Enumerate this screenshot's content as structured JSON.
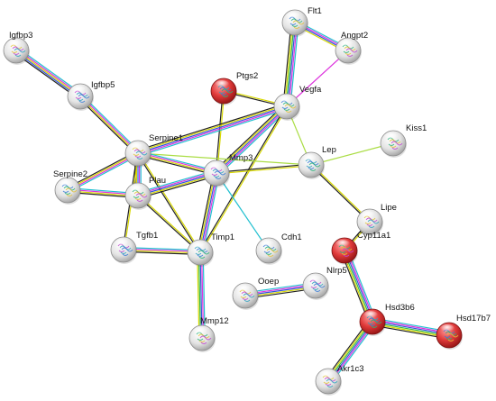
{
  "network": {
    "nodes": [
      {
        "id": "Flt1",
        "label": "Flt1",
        "color": "#e6e6e6",
        "highlight": false
      },
      {
        "id": "Angpt2",
        "label": "Angpt2",
        "color": "#e6e6e6",
        "highlight": false
      },
      {
        "id": "Igfbp3",
        "label": "Igfbp3",
        "color": "#e6e6e6",
        "highlight": false
      },
      {
        "id": "Igfbp5",
        "label": "Igfbp5",
        "color": "#e6e6e6",
        "highlight": false
      },
      {
        "id": "Ptgs2",
        "label": "Ptgs2",
        "color": "#d63a3a",
        "highlight": true
      },
      {
        "id": "Vegfa",
        "label": "Vegfa",
        "color": "#e6e6e6",
        "highlight": false
      },
      {
        "id": "Kiss1",
        "label": "Kiss1",
        "color": "#e6e6e6",
        "highlight": false
      },
      {
        "id": "Serpine1",
        "label": "Serpine1",
        "color": "#e6e6e6",
        "highlight": false
      },
      {
        "id": "Mmp3",
        "label": "Mmp3",
        "color": "#e6e6e6",
        "highlight": false
      },
      {
        "id": "Lep",
        "label": "Lep",
        "color": "#e6e6e6",
        "highlight": false
      },
      {
        "id": "Serpine2",
        "label": "Serpine2",
        "color": "#e6e6e6",
        "highlight": false
      },
      {
        "id": "Plau",
        "label": "Plau",
        "color": "#e6e6e6",
        "highlight": false
      },
      {
        "id": "Lipe",
        "label": "Lipe",
        "color": "#e6e6e6",
        "highlight": false
      },
      {
        "id": "Tgfb1",
        "label": "Tgfb1",
        "color": "#e6e6e6",
        "highlight": false
      },
      {
        "id": "Timp1",
        "label": "Timp1",
        "color": "#e6e6e6",
        "highlight": false
      },
      {
        "id": "Cdh1",
        "label": "Cdh1",
        "color": "#e6e6e6",
        "highlight": false
      },
      {
        "id": "Cyp11a1",
        "label": "Cyp11a1",
        "color": "#d63a3a",
        "highlight": true
      },
      {
        "id": "Ooep",
        "label": "Ooep",
        "color": "#e6e6e6",
        "highlight": false
      },
      {
        "id": "Nlrp5",
        "label": "Nlrp5",
        "color": "#e6e6e6",
        "highlight": false
      },
      {
        "id": "Hsd3b6",
        "label": "Hsd3b6",
        "color": "#d63a3a",
        "highlight": true
      },
      {
        "id": "Hsd17b7",
        "label": "Hsd17b7",
        "color": "#d63a3a",
        "highlight": true
      },
      {
        "id": "Mmp12",
        "label": "Mmp12",
        "color": "#e6e6e6",
        "highlight": false
      },
      {
        "id": "Akr1c3",
        "label": "Akr1c3",
        "color": "#e6e6e6",
        "highlight": false
      }
    ],
    "edge_colors": {
      "yellow": "#d8d800",
      "black": "#222222",
      "magenta": "#dd33dd",
      "cyan": "#22c0d0",
      "blue": "#3355dd",
      "green": "#33bb44",
      "light_green": "#aadd44",
      "purple": "#8855cc"
    },
    "edges": [
      {
        "source": "Igfbp3",
        "target": "Igfbp5",
        "colors": [
          "cyan",
          "magenta",
          "yellow",
          "blue",
          "black"
        ]
      },
      {
        "source": "Igfbp5",
        "target": "Serpine1",
        "colors": [
          "cyan",
          "magenta",
          "yellow",
          "black"
        ]
      },
      {
        "source": "Flt1",
        "target": "Angpt2",
        "colors": [
          "cyan",
          "magenta",
          "blue",
          "yellow"
        ]
      },
      {
        "source": "Flt1",
        "target": "Vegfa",
        "colors": [
          "cyan",
          "magenta",
          "blue",
          "green",
          "yellow",
          "black"
        ]
      },
      {
        "source": "Angpt2",
        "target": "Vegfa",
        "colors": [
          "magenta"
        ]
      },
      {
        "source": "Ptgs2",
        "target": "Vegfa",
        "colors": [
          "yellow",
          "black"
        ]
      },
      {
        "source": "Ptgs2",
        "target": "Mmp3",
        "colors": [
          "yellow",
          "black"
        ]
      },
      {
        "source": "Vegfa",
        "target": "Mmp3",
        "colors": [
          "cyan",
          "magenta",
          "blue",
          "yellow",
          "black"
        ]
      },
      {
        "source": "Vegfa",
        "target": "Serpine1",
        "colors": [
          "cyan",
          "magenta",
          "blue",
          "yellow",
          "black"
        ]
      },
      {
        "source": "Vegfa",
        "target": "Lep",
        "colors": [
          "light_green"
        ]
      },
      {
        "source": "Vegfa",
        "target": "Timp1",
        "colors": [
          "yellow",
          "black"
        ]
      },
      {
        "source": "Kiss1",
        "target": "Lep",
        "colors": [
          "light_green"
        ]
      },
      {
        "source": "Lep",
        "target": "Lipe",
        "colors": [
          "yellow",
          "black"
        ]
      },
      {
        "source": "Lep",
        "target": "Serpine1",
        "colors": [
          "light_green"
        ]
      },
      {
        "source": "Lep",
        "target": "Mmp3",
        "colors": [
          "yellow",
          "black"
        ]
      },
      {
        "source": "Serpine1",
        "target": "Mmp3",
        "colors": [
          "cyan",
          "magenta",
          "yellow",
          "black"
        ]
      },
      {
        "source": "Serpine1",
        "target": "Serpine2",
        "colors": [
          "cyan",
          "magenta",
          "yellow",
          "black"
        ]
      },
      {
        "source": "Serpine1",
        "target": "Plau",
        "colors": [
          "cyan",
          "magenta",
          "blue",
          "yellow",
          "black"
        ]
      },
      {
        "source": "Serpine1",
        "target": "Tgfb1",
        "colors": [
          "yellow",
          "black"
        ]
      },
      {
        "source": "Serpine1",
        "target": "Timp1",
        "colors": [
          "yellow",
          "black"
        ]
      },
      {
        "source": "Serpine2",
        "target": "Plau",
        "colors": [
          "cyan",
          "magenta",
          "yellow",
          "black"
        ]
      },
      {
        "source": "Plau",
        "target": "Mmp3",
        "colors": [
          "cyan",
          "magenta",
          "blue",
          "yellow",
          "black"
        ]
      },
      {
        "source": "Plau",
        "target": "Timp1",
        "colors": [
          "yellow",
          "black"
        ]
      },
      {
        "source": "Mmp3",
        "target": "Timp1",
        "colors": [
          "cyan",
          "magenta",
          "blue",
          "yellow",
          "black"
        ]
      },
      {
        "source": "Mmp3",
        "target": "Cdh1",
        "colors": [
          "cyan"
        ]
      },
      {
        "source": "Tgfb1",
        "target": "Timp1",
        "colors": [
          "cyan",
          "magenta",
          "yellow",
          "black"
        ]
      },
      {
        "source": "Timp1",
        "target": "Mmp12",
        "colors": [
          "cyan",
          "magenta",
          "blue",
          "green",
          "yellow"
        ]
      },
      {
        "source": "Lipe",
        "target": "Cyp11a1",
        "colors": [
          "yellow",
          "black"
        ]
      },
      {
        "source": "Cyp11a1",
        "target": "Hsd3b6",
        "colors": [
          "cyan",
          "magenta",
          "blue",
          "green",
          "yellow",
          "black"
        ]
      },
      {
        "source": "Hsd3b6",
        "target": "Hsd17b7",
        "colors": [
          "cyan",
          "magenta",
          "blue",
          "green",
          "yellow",
          "black"
        ]
      },
      {
        "source": "Hsd3b6",
        "target": "Akr1c3",
        "colors": [
          "cyan",
          "magenta",
          "blue",
          "green",
          "yellow",
          "black"
        ]
      },
      {
        "source": "Ooep",
        "target": "Nlrp5",
        "colors": [
          "cyan",
          "magenta",
          "blue",
          "yellow",
          "black"
        ]
      }
    ]
  }
}
